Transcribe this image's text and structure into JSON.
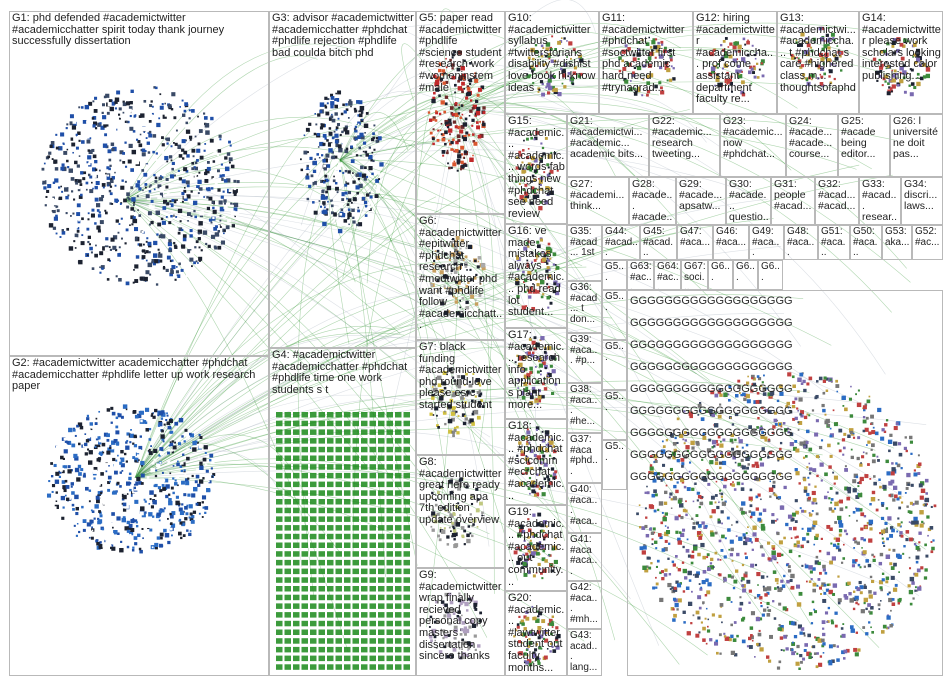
{
  "graph": {
    "groups": [
      {
        "id": "G1",
        "label": "G1: phd defended #academictwitter #academicchatter spirit today thank journey successfully dissertation"
      },
      {
        "id": "G2",
        "label": "G2: #academictwitter academicchatter #phdchat #academicchatter #phdlife letter up work research paper"
      },
      {
        "id": "G3",
        "label": "G3: advisor #academictwitter #academicchatter #phdchat #phdlife rejection #phdlife bad coulda bitch phd"
      },
      {
        "id": "G4",
        "label": "G4: #academictwitter #academicchatter #phdchat #phdlife time one work students s t"
      },
      {
        "id": "G5",
        "label": "G5: paper read #academictwitter #phdlife #science student #research work #womeninstem #male"
      },
      {
        "id": "G6",
        "label": "G6: #academictwitter #epitwitter #phdchat research #medtwitter phd want #phdlife follow #academicchatt..."
      },
      {
        "id": "G7",
        "label": "G7: black funding #academictwitter phd round love please esrc started student"
      },
      {
        "id": "G8",
        "label": "G8: #academictwitter great here ready upcoming apa 7th edition update overview"
      },
      {
        "id": "G9",
        "label": "G9: #academictwitter wrap finally recieved personal copy masters dissertation sincere thanks"
      },
      {
        "id": "G10",
        "label": "G10: #academictwitter syllabus #twitterstorians disability #dishist love book hi know ideas"
      },
      {
        "id": "G11",
        "label": "G11: #academictwitter #phdchat #soctwitter first phd academic hard need #trynagrad..."
      },
      {
        "id": "G12",
        "label": "G12: hiring #academictwitter #academiccha... prof come assistant department faculty re..."
      },
      {
        "id": "G13",
        "label": "G13: #academictwi... #academiccha... t #phdchat s care #highered class m... thoughtsofaphd"
      },
      {
        "id": "G14",
        "label": "G14: #academictwitter please work scholars looking interested color publishing..."
      },
      {
        "id": "G15",
        "label": "G15: #academic... #academic... words fab things new #phdchat see need review"
      },
      {
        "id": "G16",
        "label": "G16: ve made mistakes always #academic... phd read lot student..."
      },
      {
        "id": "G17",
        "label": "G17: #academic... research info applications plant more..."
      },
      {
        "id": "G18",
        "label": "G18: #academic... #phdchat #scicomm #ecrchat #academic..."
      },
      {
        "id": "G19",
        "label": "G19: #academic... #phdchat #academic... out community..."
      },
      {
        "id": "G20",
        "label": "G20: #academic... #lawtwitter student out faculty months..."
      },
      {
        "id": "G21",
        "label": "G21: #academictwi... #academic... academic bits..."
      },
      {
        "id": "G22",
        "label": "G22: #academic... research tweeting..."
      },
      {
        "id": "G23",
        "label": "G23: #academic... now #phdchat..."
      },
      {
        "id": "G24",
        "label": "G24: #acade... #acade... course..."
      },
      {
        "id": "G25",
        "label": "G25: #acade being editor..."
      },
      {
        "id": "G26",
        "label": "G26: l université ne doit pas..."
      },
      {
        "id": "G27",
        "label": "G27: #academi... think..."
      },
      {
        "id": "G28",
        "label": "G28: #acade... #acade..."
      },
      {
        "id": "G29",
        "label": "G29: #acade... apsatw..."
      },
      {
        "id": "G30",
        "label": "G30: #acade... questio..."
      },
      {
        "id": "G31",
        "label": "G31: people #acad..."
      },
      {
        "id": "G32",
        "label": "G32: #acad... #acad..."
      },
      {
        "id": "G33",
        "label": "G33: #acad... resear..."
      },
      {
        "id": "G34",
        "label": "G34: discri... laws..."
      },
      {
        "id": "G35",
        "label": "G35: #acad... 1st"
      },
      {
        "id": "G36",
        "label": "G36: #acad... t don..."
      },
      {
        "id": "G37",
        "label": "G37: #aca #phd..."
      },
      {
        "id": "G38",
        "label": "G38: #aca... #he..."
      },
      {
        "id": "G39",
        "label": "G39: #aca... #p..."
      },
      {
        "id": "G40",
        "label": "G40: #aca... #aca..."
      },
      {
        "id": "G41",
        "label": "G41: #aca #aca..."
      },
      {
        "id": "G42",
        "label": "G42: #aca... #mh..."
      },
      {
        "id": "G43",
        "label": "G43: acad... lang..."
      },
      {
        "id": "G44",
        "label": "G44: #acad..."
      },
      {
        "id": "G45",
        "label": "G45: #acad..."
      },
      {
        "id": "G46",
        "label": "G46: #aca..."
      },
      {
        "id": "G47",
        "label": "G47: #aca..."
      },
      {
        "id": "G48",
        "label": "G48: #aca..."
      },
      {
        "id": "G49",
        "label": "G49: #aca..."
      },
      {
        "id": "G50",
        "label": "G50: #aca..."
      },
      {
        "id": "G51",
        "label": "G51: #aca..."
      },
      {
        "id": "G52",
        "label": "G52: #ac..."
      },
      {
        "id": "G53",
        "label": "G53: aka..."
      },
      {
        "id": "G63",
        "label": "G63: #ac..."
      },
      {
        "id": "G64",
        "label": "G64: #ac..."
      },
      {
        "id": "G67",
        "label": "G67: soci..."
      }
    ],
    "small_cluster_labels": [
      "G5...",
      "G5...",
      "G5...",
      "G5...",
      "G5...",
      "G6...",
      "G6...",
      "G6..."
    ],
    "dense_text": "GGGGGGGGGGGGGGGGGGG",
    "colors": {
      "edge_green": "#1a8a1a",
      "edge_grey": "#9aa6b4",
      "node_blue": "#1f4fa8",
      "node_dark": "#1c2230",
      "node_red": "#c0282a",
      "frame": "#b9b9b9"
    }
  }
}
